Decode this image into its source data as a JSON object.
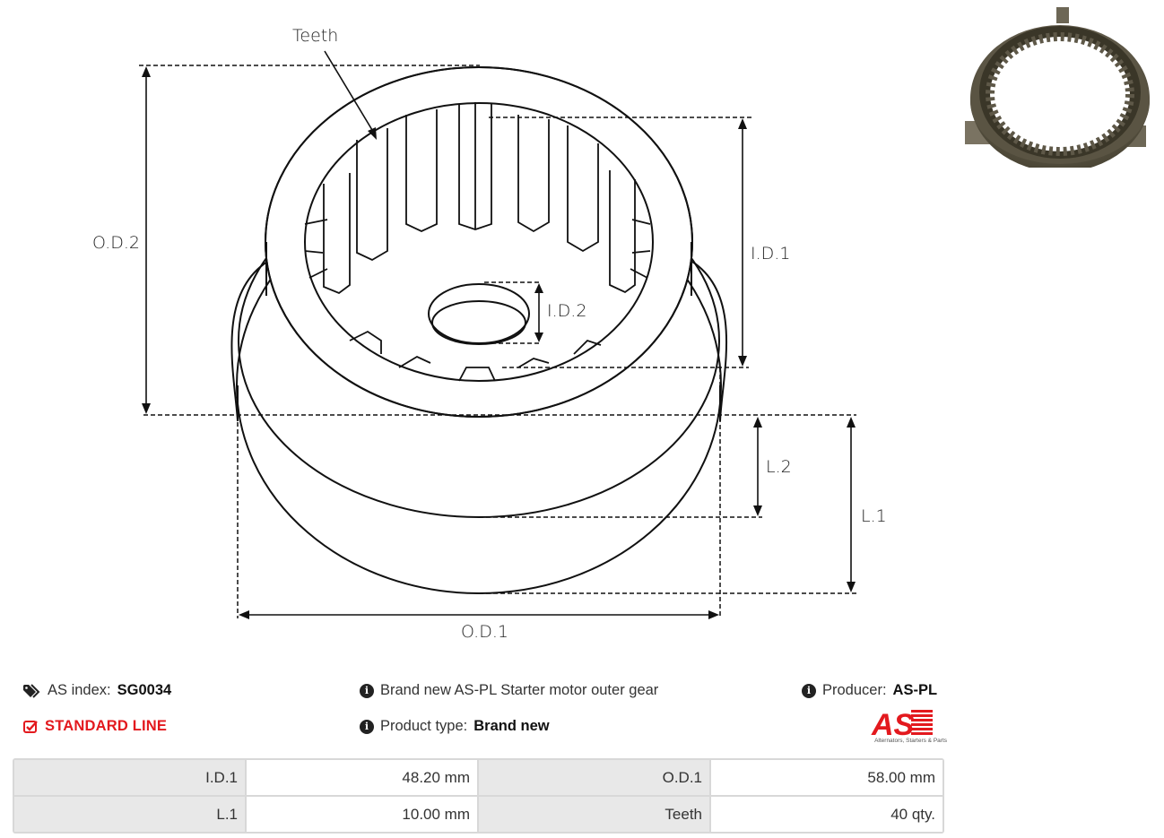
{
  "drawing": {
    "labels": {
      "teeth": "Teeth",
      "od2": "O.D.2",
      "id1": "I.D.1",
      "id2": "I.D.2",
      "l2": "L.2",
      "l1": "L.1",
      "od1": "O.D.1"
    }
  },
  "photo": {
    "alt": "Starter motor outer gear (ring gear with 40 internal teeth and 3 tabs)"
  },
  "info": {
    "as_index_label": "AS index:",
    "as_index_value": "SG0034",
    "description": "Brand new AS-PL Starter motor outer gear",
    "producer_label": "Producer:",
    "producer_value": "AS-PL",
    "standard_line": "STANDARD LINE",
    "product_type_label": "Product type:",
    "product_type_value": "Brand new",
    "logo_text": "AS",
    "logo_caption": "Alternators, Starters & Parts"
  },
  "colors": {
    "brand_red": "#e3191e",
    "table_key_bg": "#e8e8e8",
    "table_border": "#d8d8d8"
  },
  "specs": {
    "rows": [
      {
        "k1": "I.D.1",
        "v1": "48.20 mm",
        "k2": "O.D.1",
        "v2": "58.00 mm"
      },
      {
        "k1": "L.1",
        "v1": "10.00 mm",
        "k2": "Teeth",
        "v2": "40 qty."
      }
    ]
  }
}
